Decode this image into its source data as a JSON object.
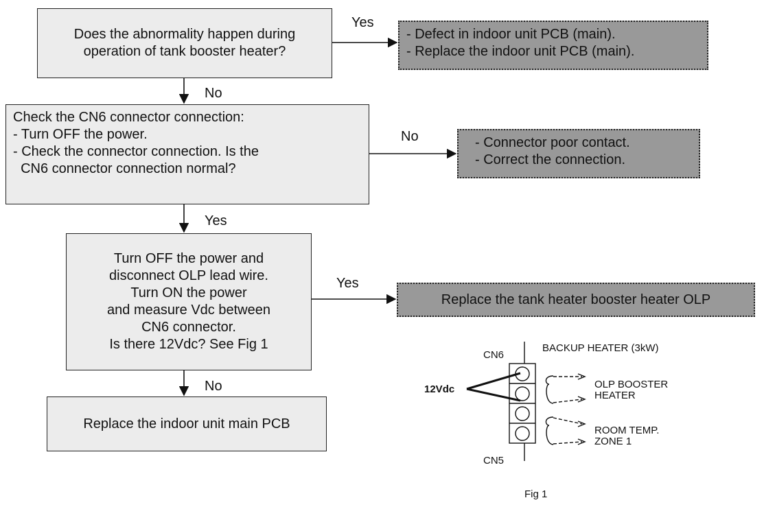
{
  "decisions": {
    "q1": [
      "Does the abnormality happen during",
      "operation of tank booster heater?"
    ],
    "q2": [
      "Check the CN6 connector connection:",
      "- Turn OFF the power.",
      "- Check the connector connection. Is the",
      "  CN6 connector connection normal?"
    ],
    "q3": [
      "Turn OFF the power and",
      "disconnect OLP lead wire.",
      "Turn ON the power",
      "and measure Vdc between",
      "CN6 connector.",
      "Is there 12Vdc? See Fig 1"
    ]
  },
  "actions": {
    "final": "Replace the indoor unit main PCB"
  },
  "results": {
    "r1": [
      "- Defect in indoor unit PCB (main).",
      "- Replace the indoor unit PCB (main)."
    ],
    "r2": [
      "- Connector poor contact.",
      "- Correct the connection."
    ],
    "r3": "Replace the tank heater booster heater OLP"
  },
  "edges": {
    "q1_yes": "Yes",
    "q1_no": "No",
    "q2_no": "No",
    "q2_yes": "Yes",
    "q3_yes": "Yes",
    "q3_no": "No"
  },
  "figure": {
    "cn6": "CN6",
    "cn5": "CN5",
    "voltage": "12Vdc",
    "backup_heater": "BACKUP HEATER (3kW)",
    "olp_line1": "OLP BOOSTER",
    "olp_line2": "HEATER",
    "room_line1": "ROOM TEMP.",
    "room_line2": "ZONE 1",
    "caption": "Fig 1"
  }
}
